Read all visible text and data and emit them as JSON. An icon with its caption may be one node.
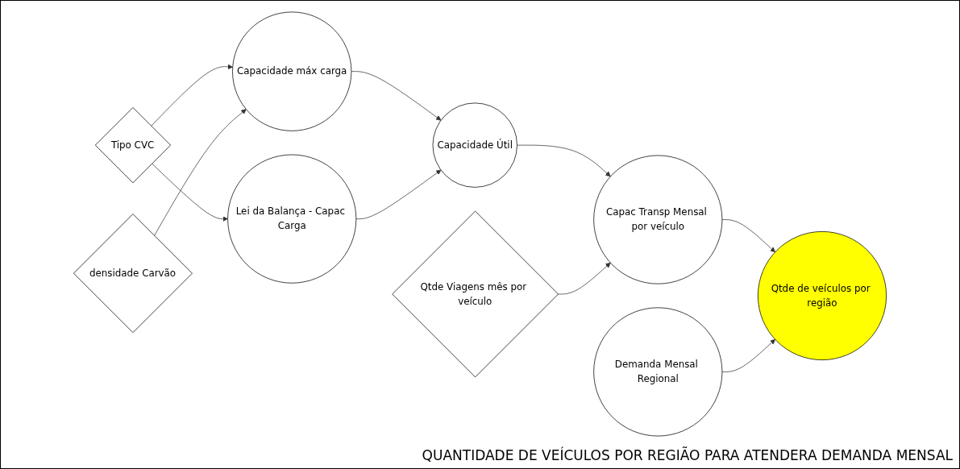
{
  "diagram": {
    "title": "QUANTIDADE DE VEÍCULOS POR REGIÃO PARA ATENDERA DEMANDA MENSAL",
    "nodes": [
      {
        "text": [
          "Tipo CVC"
        ]
      },
      {
        "text": [
          "Capacidade máx carga"
        ]
      },
      {
        "text": [
          "densidade Carvão"
        ]
      },
      {
        "text": [
          "Lei da Balança - Capac Carga"
        ]
      },
      {
        "text": [
          "Capacidade Útil"
        ]
      },
      {
        "text": [
          "Qtde Viagens mês por veículo"
        ]
      },
      {
        "text": [
          "Capac Transp Mensal por veículo"
        ]
      },
      {
        "text": [
          "Demanda Mensal Regional"
        ]
      },
      {
        "text": [
          "Qtde de veículos por região"
        ]
      }
    ],
    "edges": [
      {
        "from": 0,
        "to": 1,
        "arrow": "to"
      },
      {
        "from": 2,
        "to": 1,
        "arrow": "to"
      },
      {
        "from": 0,
        "to": 3,
        "arrow": "to"
      },
      {
        "from": 1,
        "to": 4,
        "arrow": "to"
      },
      {
        "from": 3,
        "to": 4,
        "arrow": "to"
      },
      {
        "from": 4,
        "to": 6,
        "arrow": "to"
      },
      {
        "from": 5,
        "to": 6,
        "arrow": "to"
      },
      {
        "from": 6,
        "to": 8,
        "arrow": "to"
      },
      {
        "from": 7,
        "to": 8,
        "arrow": "to"
      }
    ]
  }
}
